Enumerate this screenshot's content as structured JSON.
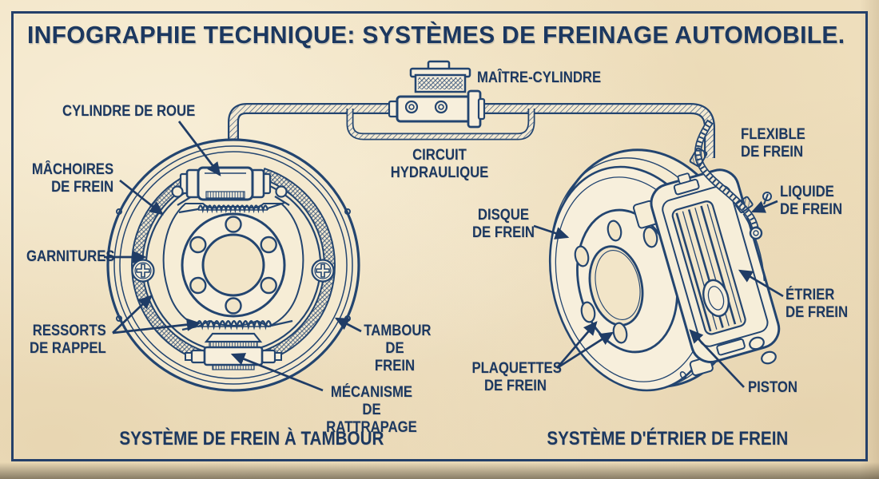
{
  "title": "INFOGRAPHIE TECHNIQUE: SYSTÈMES DE FREINAGE AUTOMOBILE.",
  "colors": {
    "ink": "#1c3860",
    "line_ink": "#234570",
    "paper": "#f1e3c4"
  },
  "hydraulic": {
    "master_cylinder": "MAÎTRE-CYLINDRE",
    "circuit": "CIRCUIT HYDRAULIQUE"
  },
  "drum_system": {
    "caption": "SYSTÈME DE FREIN À TAMBOUR",
    "labels": {
      "wheel_cylinder": "CYLINDRE DE ROUE",
      "brake_shoes": "MÂCHOIRES\nDE FREIN",
      "linings": "GARNITURES",
      "return_springs": "RESSORTS\nDE RAPPEL",
      "adjuster": "MÉCANISME DE\nRATTRAPAGE",
      "drum": "TAMBOUR\nDE FREIN"
    }
  },
  "disc_system": {
    "caption": "SYSTÈME D'ÉTRIER DE FREIN",
    "labels": {
      "disc": "DISQUE\nDE FREIN",
      "hose": "FLEXIBLE\nDE FREIN",
      "fluid": "LIQUIDE\nDE FREIN",
      "caliper": "ÉTRIER\nDE FREIN",
      "pads": "PLAQUETTES\nDE FREIN",
      "piston": "PISTON"
    }
  }
}
